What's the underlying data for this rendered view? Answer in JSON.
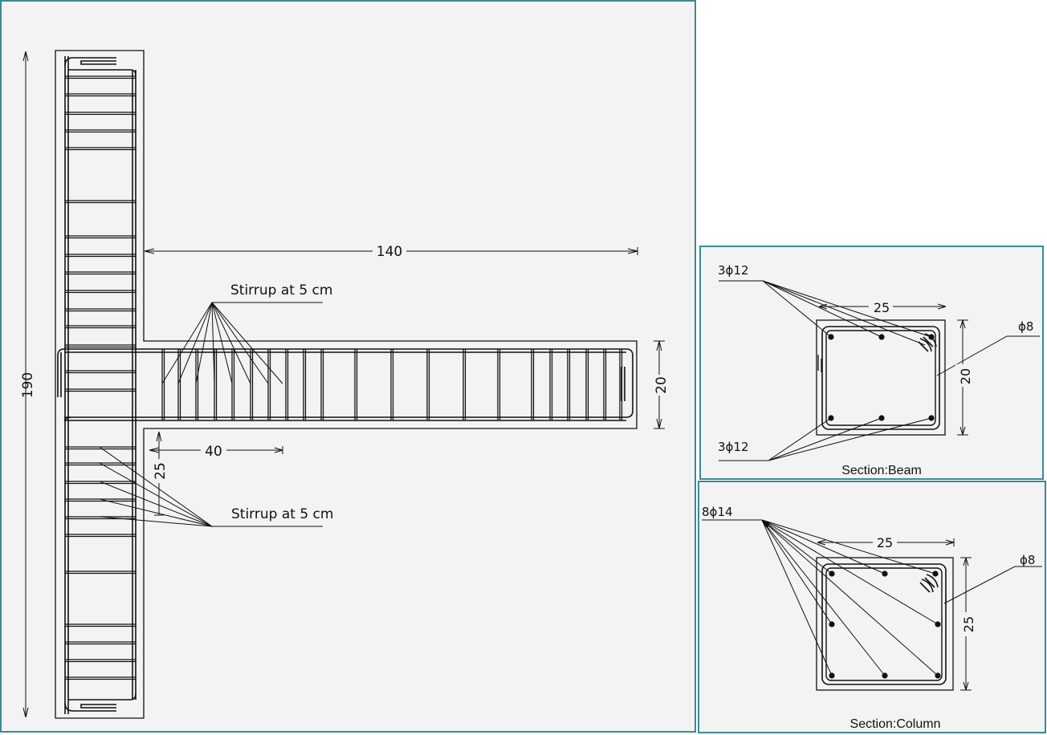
{
  "main": {
    "dim_height": "190",
    "dim_beam_length": "140",
    "dim_beam_depth": "20",
    "dim_spacing_40": "40",
    "dim_spacing_25": "25",
    "label_stirrup_beam": "Stirrup at 5 cm",
    "label_stirrup_column": "Stirrup at 5 cm"
  },
  "beam_section": {
    "title": "Section:Beam",
    "top_bars": "3ϕ12",
    "bottom_bars": "3ϕ12",
    "stirrup": "ϕ8",
    "dim_width": "25",
    "dim_height": "20"
  },
  "column_section": {
    "title": "Section:Column",
    "bars": "8ϕ14",
    "stirrup": "ϕ8",
    "dim_width": "25",
    "dim_height": "25"
  },
  "colors": {
    "panel_border": "#3a8a96",
    "panel_bg": "#f3f3f3",
    "line": "#111111"
  }
}
